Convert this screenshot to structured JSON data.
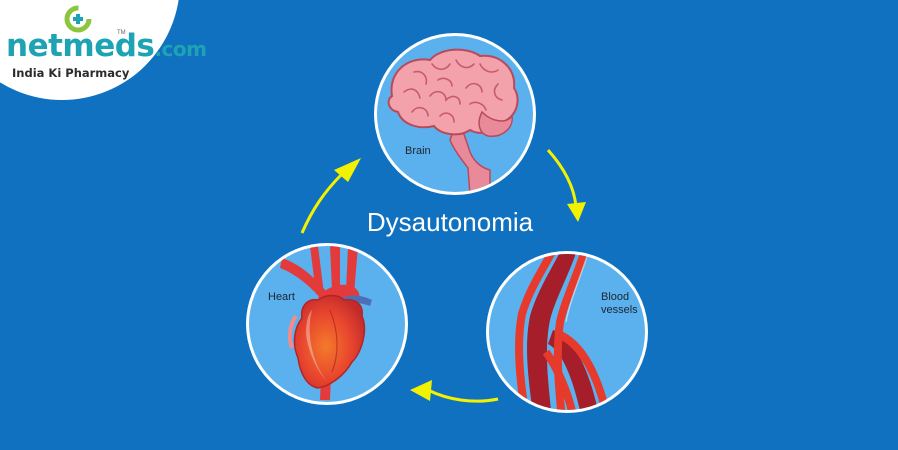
{
  "brand": {
    "name": "netmeds",
    "domain_suffix": ".com",
    "trademark": "TM",
    "tagline": "India Ki Pharmacy",
    "colors": {
      "teal": "#1da3b3",
      "green": "#8cc63f"
    }
  },
  "diagram": {
    "title": "Dysautonomia",
    "nodes": [
      {
        "id": "brain",
        "label": "Brain",
        "icon": "brain-icon"
      },
      {
        "id": "blood-vessels",
        "label_line1": "Blood",
        "label_line2": "vessels",
        "icon": "blood-vessels-icon"
      },
      {
        "id": "heart",
        "label": "Heart",
        "icon": "heart-icon"
      }
    ],
    "cycle": [
      "brain",
      "blood-vessels",
      "heart"
    ],
    "colors": {
      "background": "#0f71c0",
      "circle_fill": "#5bb1ee",
      "circle_border": "#ffffff",
      "arrow": "#f2f200"
    }
  }
}
